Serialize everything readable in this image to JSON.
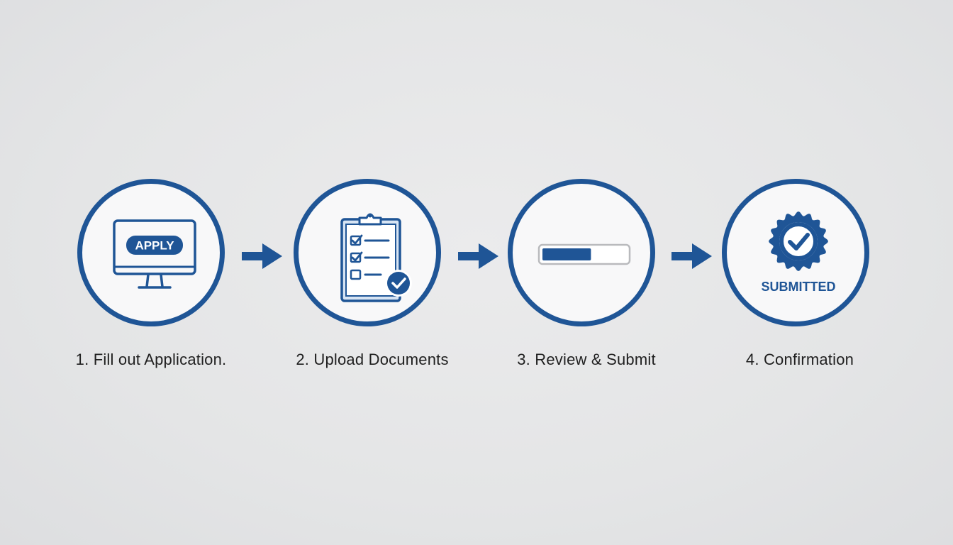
{
  "colors": {
    "primary": "#1f5596",
    "circle_fill": "#f8f8f9",
    "background": "#e6e7e8",
    "label_text": "#1f1f1f"
  },
  "steps": [
    {
      "number_label": "1. Fill out Application.",
      "icon": "monitor-icon",
      "badge_text": "APPLY"
    },
    {
      "number_label": "2. Upload Documents",
      "icon": "clipboard-checklist-icon"
    },
    {
      "number_label": "3. Review & Submit",
      "icon": "progress-bar-icon",
      "progress": 0.58
    },
    {
      "number_label": "4. Confirmation",
      "icon": "badge-check-icon",
      "badge_text": "SUBMITTED"
    }
  ]
}
